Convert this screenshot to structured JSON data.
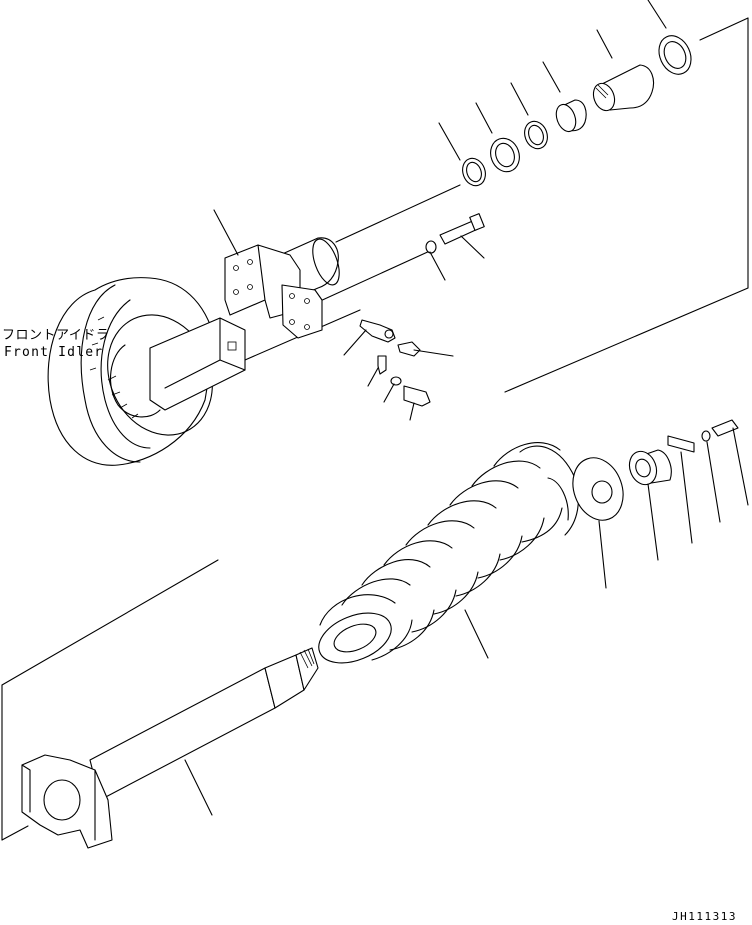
{
  "labels": {
    "idler_jp": "フロントアイドラ",
    "idler_en": "Front Idler",
    "drawing_code": "JH111313"
  },
  "colors": {
    "line": "#000000",
    "background": "#ffffff"
  }
}
